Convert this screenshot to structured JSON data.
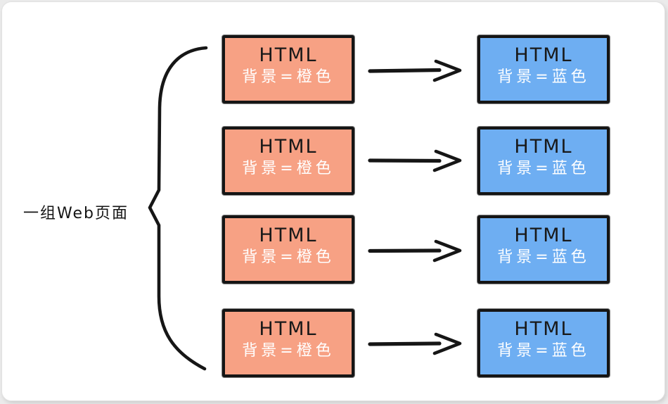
{
  "canvas": {
    "page_background": "#ebebeb",
    "card_background": "#ffffff"
  },
  "colors": {
    "orange_box": "#F7A184",
    "blue_box": "#6EAEF2",
    "stroke": "#161616",
    "title_text": "#191919",
    "subtitle_text": "#ffffff"
  },
  "group": {
    "label": "一组Web页面"
  },
  "rows": [
    {
      "source": {
        "title": "HTML",
        "subtitle": "背景=橙色"
      },
      "target": {
        "title": "HTML",
        "subtitle": "背景=蓝色"
      }
    },
    {
      "source": {
        "title": "HTML",
        "subtitle": "背景=橙色"
      },
      "target": {
        "title": "HTML",
        "subtitle": "背景=蓝色"
      }
    },
    {
      "source": {
        "title": "HTML",
        "subtitle": "背景=橙色"
      },
      "target": {
        "title": "HTML",
        "subtitle": "背景=蓝色"
      }
    },
    {
      "source": {
        "title": "HTML",
        "subtitle": "背景=橙色"
      },
      "target": {
        "title": "HTML",
        "subtitle": "背景=蓝色"
      }
    }
  ],
  "icons": {
    "brace": "curly-brace-icon",
    "arrow": "right-arrow-icon"
  }
}
